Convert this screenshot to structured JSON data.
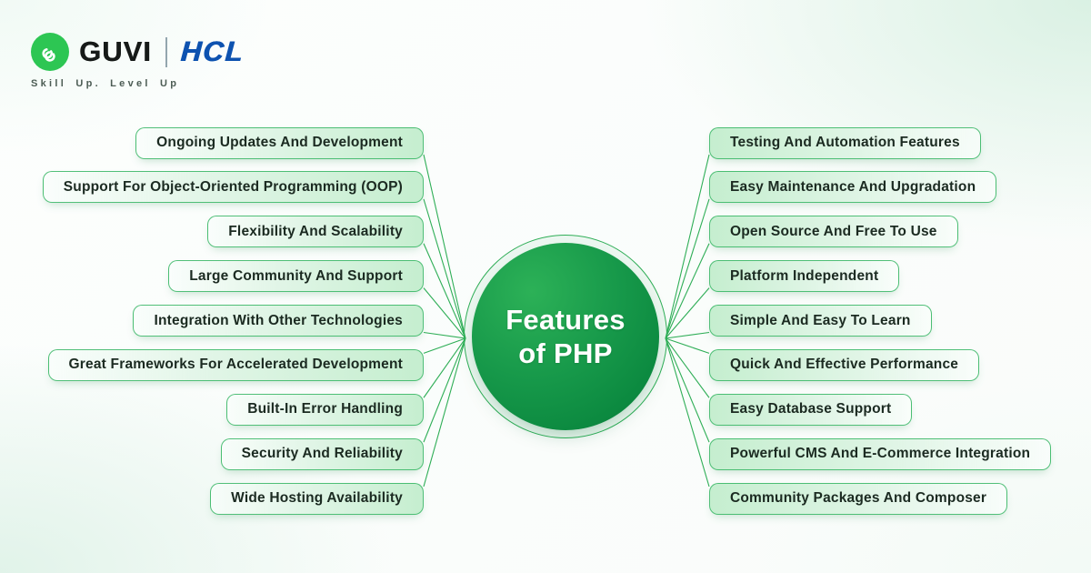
{
  "brand": {
    "guvi_wordmark": "GUVI",
    "hcl_wordmark": "HCL",
    "tagline": "Skill Up. Level Up",
    "logo_icon": "guvi-logo-icon"
  },
  "colors": {
    "brand_green": "#2dc653",
    "hcl_blue": "#0d52b0",
    "accent_green": "#2fae57",
    "box_fill_green": "#c5eecf",
    "hub_green_light": "#2cb157",
    "hub_green_dark": "#077a38",
    "text_dark": "#1b2a21"
  },
  "diagram": {
    "title_line1": "Features",
    "title_line2": "of PHP",
    "left_items": [
      "Ongoing Updates And Development",
      "Support For Object-Oriented Programming (OOP)",
      "Flexibility And Scalability",
      "Large Community And Support",
      "Integration With Other Technologies",
      "Great Frameworks For Accelerated Development",
      "Built-In Error Handling",
      "Security And Reliability",
      "Wide Hosting Availability"
    ],
    "right_items": [
      "Testing And Automation Features",
      "Easy Maintenance And Upgradation",
      "Open Source And Free To Use",
      "Platform Independent",
      "Simple And Easy To Learn",
      "Quick And Effective Performance",
      "Easy Database Support",
      "Powerful CMS And E-Commerce Integration",
      "Community Packages And Composer"
    ]
  }
}
